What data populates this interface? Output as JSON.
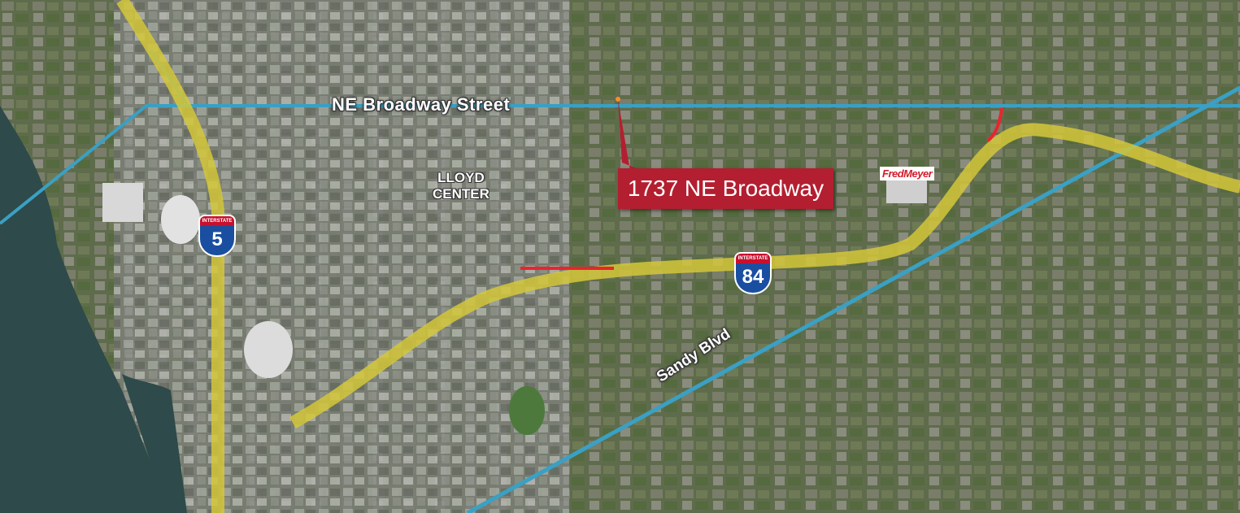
{
  "labels": {
    "broadway": "NE Broadway Street",
    "sandy": "Sandy Blvd",
    "lloyd_line1": "LLOYD",
    "lloyd_line2": "CENTER",
    "callout": "1737 NE Broadway",
    "store": "FredMeyer"
  },
  "shields": {
    "i5": {
      "banner": "INTERSTATE",
      "number": "5"
    },
    "i84": {
      "banner": "INTERSTATE",
      "number": "84"
    }
  },
  "colors": {
    "street_line": "#3aa0c4",
    "freeway_highlight": "#d4c73a",
    "callout_bg": "#b31f30",
    "marker": "#e8252f",
    "river": "#2e4a4a",
    "aerial_base": "#5d6a4a"
  }
}
